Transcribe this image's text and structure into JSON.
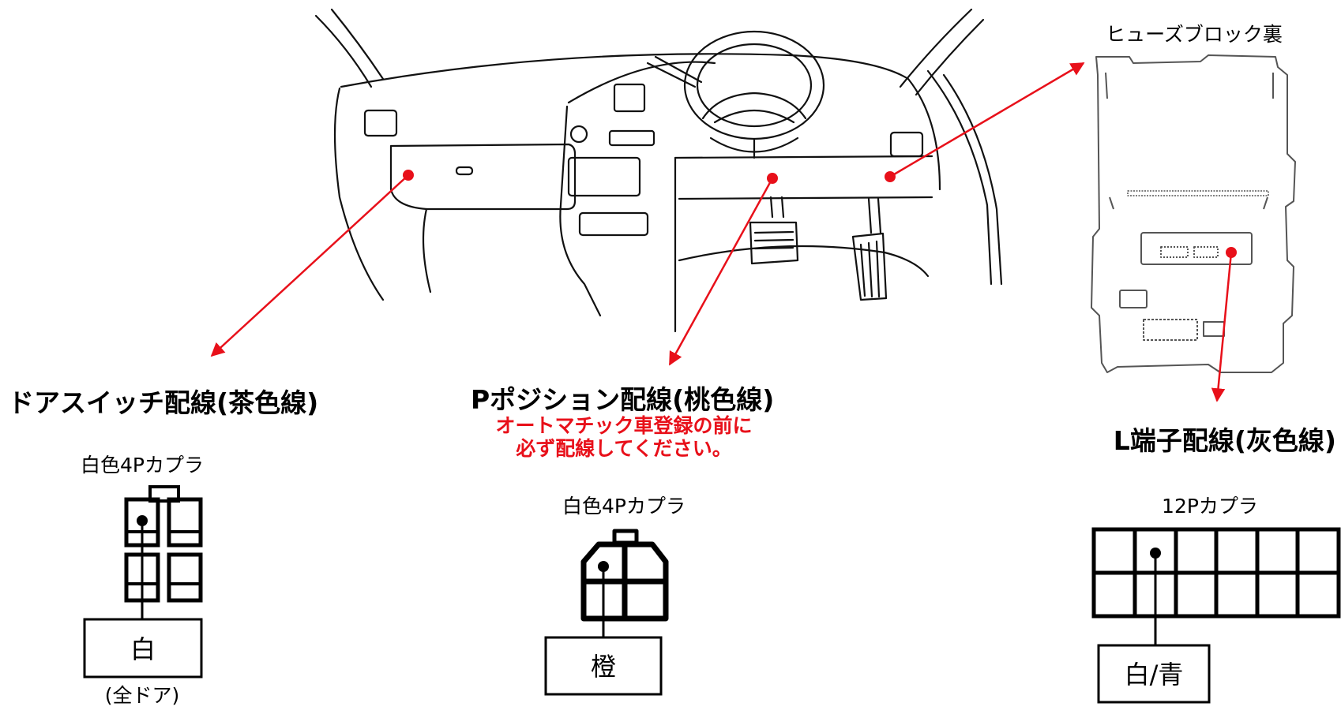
{
  "fuse_block": {
    "title": "ヒューズブロック裏"
  },
  "door_switch": {
    "heading": "ドアスイッチ配線(茶色線)",
    "connector_label": "白色4Pカプラ",
    "wire_color_label": "白",
    "note": "(全ドア)"
  },
  "p_position": {
    "heading": "Pポジション配線(桃色線)",
    "warning_line1": "オートマチック車登録の前に",
    "warning_line2": "必ず配線してください。",
    "connector_label": "白色4Pカプラ",
    "wire_color_label": "橙"
  },
  "l_terminal": {
    "heading": "L端子配線(灰色線)",
    "connector_label": "12Pカプラ",
    "wire_color_label": "白/青"
  },
  "colors": {
    "arrow": "#e8101a",
    "warning": "#e8101a",
    "line": "#000000"
  }
}
